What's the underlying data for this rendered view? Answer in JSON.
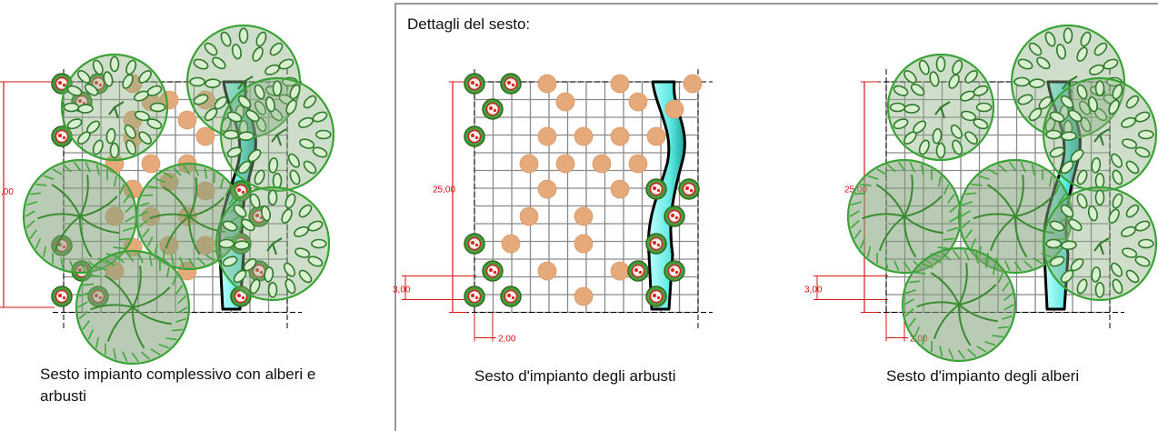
{
  "details_title": "Dettagli del sesto:",
  "captions": {
    "overall": "Sesto impianto complessivo con alberi e arbusti",
    "shrubs": "Sesto d'impianto degli arbusti",
    "trees": "Sesto d'impianto degli alberi"
  },
  "dimensions": {
    "height": "25,00",
    "height_clipped": ",00",
    "row_spacing": "3,00",
    "col_spacing": "2,00"
  },
  "colors": {
    "dimension_line": "#d11a1a",
    "grid": "#8a8a8a",
    "shrub": "#e6a97a",
    "water": "#6ff2e8",
    "tree_leafy": "#3aa335",
    "tree_fill": "#8fb08a",
    "rose": "#3a8a2a"
  }
}
